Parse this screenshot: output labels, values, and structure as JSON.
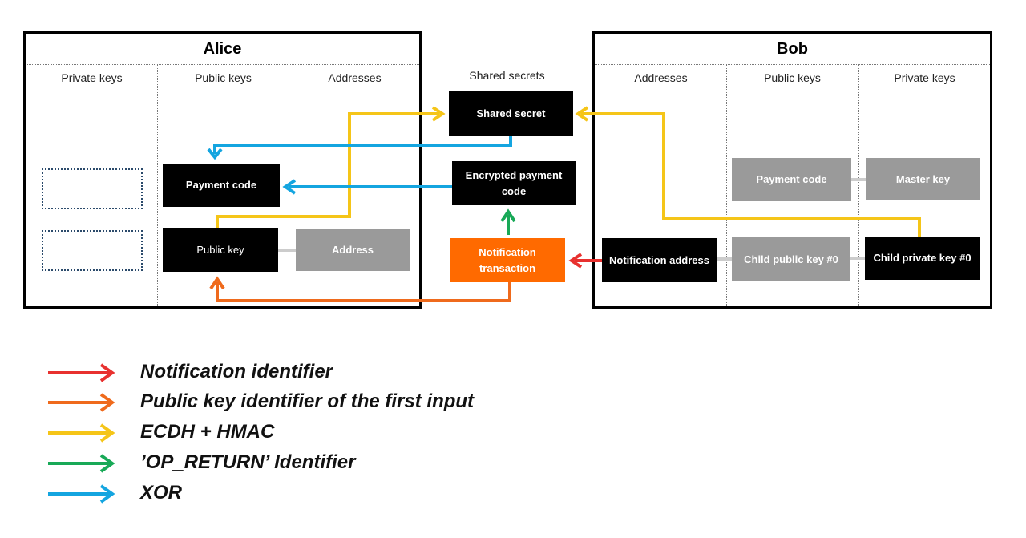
{
  "colors": {
    "red": "#e8312f",
    "orange": "#ef6a1c",
    "yellow": "#f5c518",
    "green": "#18a957",
    "blue": "#14a5e0",
    "black_box": "#000000",
    "grey_box": "#9a9a9a",
    "orange_box": "#ff6a00"
  },
  "alice": {
    "title": "Alice",
    "col_private": "Private keys",
    "col_public": "Public keys",
    "col_addresses": "Addresses",
    "payment_code": "Payment code",
    "public_key": "Public key",
    "address": "Address"
  },
  "bob": {
    "title": "Bob",
    "col_addresses": "Addresses",
    "col_public": "Public keys",
    "col_private": "Private keys",
    "payment_code": "Payment code",
    "master_key": "Master key",
    "notification_address": "Notification address",
    "child_public_key": "Child public key  #0",
    "child_private_key": "Child private key  #0"
  },
  "middle": {
    "heading": "Shared secrets",
    "shared_secret": "Shared secret",
    "encrypted_payment_code": "Encrypted payment code",
    "notification_transaction": "Notification transaction"
  },
  "legend": [
    {
      "label": "Notification identifier",
      "color": "#e8312f"
    },
    {
      "label": "Public key identifier of the first input",
      "color": "#ef6a1c"
    },
    {
      "label": "ECDH + HMAC",
      "color": "#f5c518"
    },
    {
      "label": "’OP_RETURN’  Identifier",
      "color": "#18a957"
    },
    {
      "label": "XOR",
      "color": "#14a5e0"
    }
  ]
}
